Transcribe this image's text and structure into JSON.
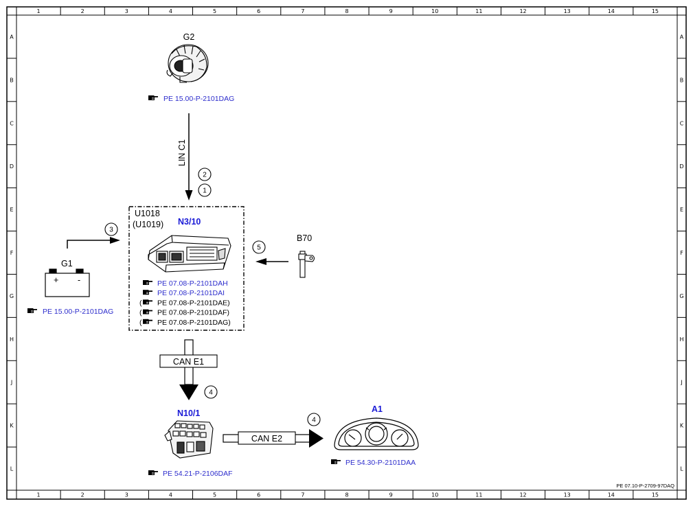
{
  "frame": {
    "columns": [
      "1",
      "2",
      "3",
      "4",
      "5",
      "6",
      "7",
      "8",
      "9",
      "10",
      "11",
      "12",
      "13",
      "14",
      "15"
    ],
    "rows": [
      "A",
      "B",
      "C",
      "D",
      "E",
      "F",
      "G",
      "H",
      "J",
      "K",
      "L"
    ],
    "doc_id": "PE 07.10-P-2709-97DAQ"
  },
  "components": {
    "g2": {
      "name": "G2",
      "ref": "PE 15.00-P-2101DAG"
    },
    "g1": {
      "name": "G1",
      "plus": "+",
      "minus": "-",
      "ref": "PE 15.00-P-2101DAG"
    },
    "n3_10": {
      "alt_line1": "U1018",
      "alt_line2": "(U1019)",
      "name": "N3/10",
      "refs": [
        {
          "prefix": "",
          "text": "PE 07.08-P-2101DAH",
          "suffix": "",
          "link": true
        },
        {
          "prefix": "",
          "text": "PE 07.08-P-2101DAI",
          "suffix": "",
          "link": true
        },
        {
          "prefix": "(",
          "text": "PE 07.08-P-2101DAE",
          "suffix": ")",
          "link": false
        },
        {
          "prefix": "(",
          "text": "PE 07.08-P-2101DAF",
          "suffix": ")",
          "link": false
        },
        {
          "prefix": "(",
          "text": "PE 07.08-P-2101DAG",
          "suffix": ")",
          "link": false
        }
      ]
    },
    "b70": {
      "name": "B70"
    },
    "n10_1": {
      "name": "N10/1",
      "ref": "PE 54.21-P-2106DAF"
    },
    "a1": {
      "name": "A1",
      "ref": "PE 54.30-P-2101DAA"
    }
  },
  "connections": {
    "lin": {
      "label": "LIN C1",
      "markers": [
        "2",
        "1"
      ]
    },
    "battery": {
      "marker": "3"
    },
    "sensor": {
      "marker": "5"
    },
    "can_e1": {
      "label": "CAN E1",
      "marker": "4"
    },
    "can_e2": {
      "label": "CAN E2",
      "marker": "4"
    }
  }
}
